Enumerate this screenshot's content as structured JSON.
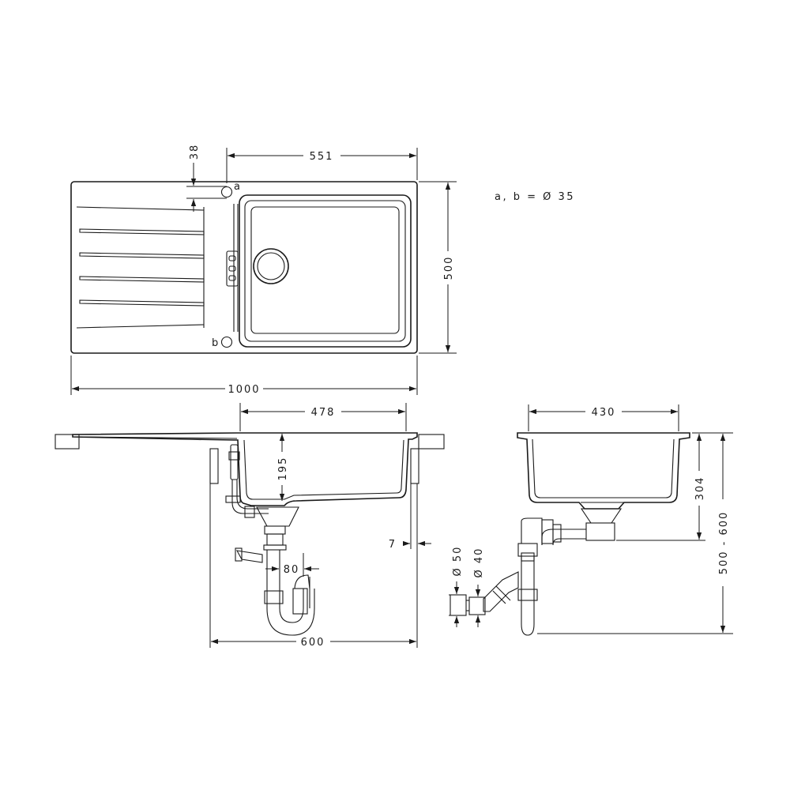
{
  "drawing": {
    "dimensions": {
      "top_width": "551",
      "tap_offset": "38",
      "height_top": "500",
      "overall_width": "1000",
      "bowl_width_front": "478",
      "bowl_depth": "195",
      "trap_offset": "7",
      "pipe_spacing": "80",
      "cabinet_width": "600",
      "bowl_width_side": "430",
      "outlet_height": "304",
      "install_height": "500 - 600",
      "pipe_dia_50": "Ø 50",
      "pipe_dia_40": "Ø 40"
    },
    "labels": {
      "hole_a": "a",
      "hole_b": "b"
    },
    "note": "a, b = Ø 35"
  }
}
